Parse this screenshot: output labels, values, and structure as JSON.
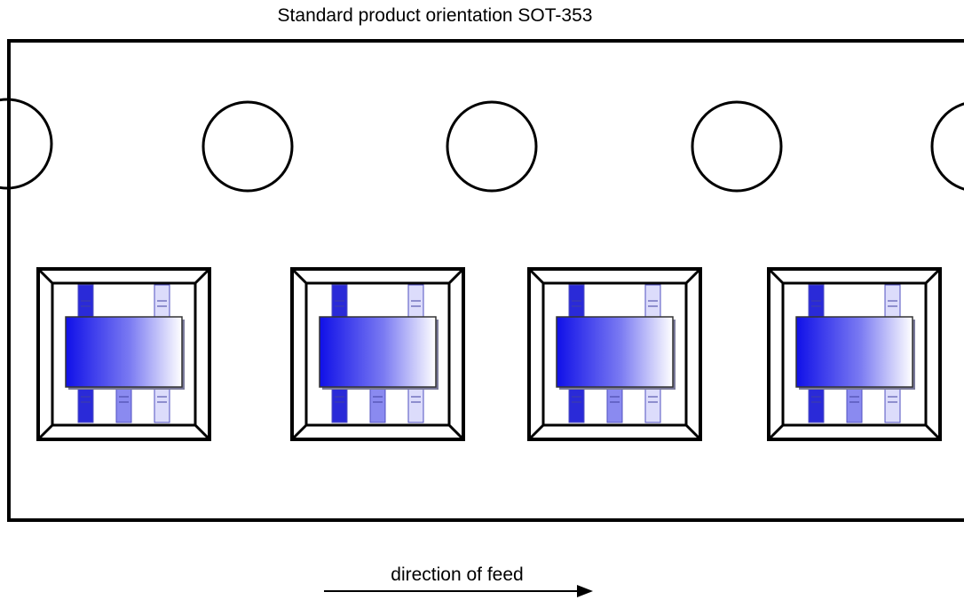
{
  "title": "Standard product orientation SOT-353",
  "feed_label": "direction of feed",
  "colors": {
    "body_dark": "#1515e6",
    "body_light": "#ffffff",
    "lead_dark": "#2a2ad8",
    "lead_mid": "#8a8af0",
    "lead_light": "#dcdcfb",
    "outline": "#000000"
  },
  "icons": {
    "tape": "carrier-tape",
    "hole": "sprocket-hole",
    "component": "sot-353-package",
    "arrow": "feed-arrow"
  }
}
